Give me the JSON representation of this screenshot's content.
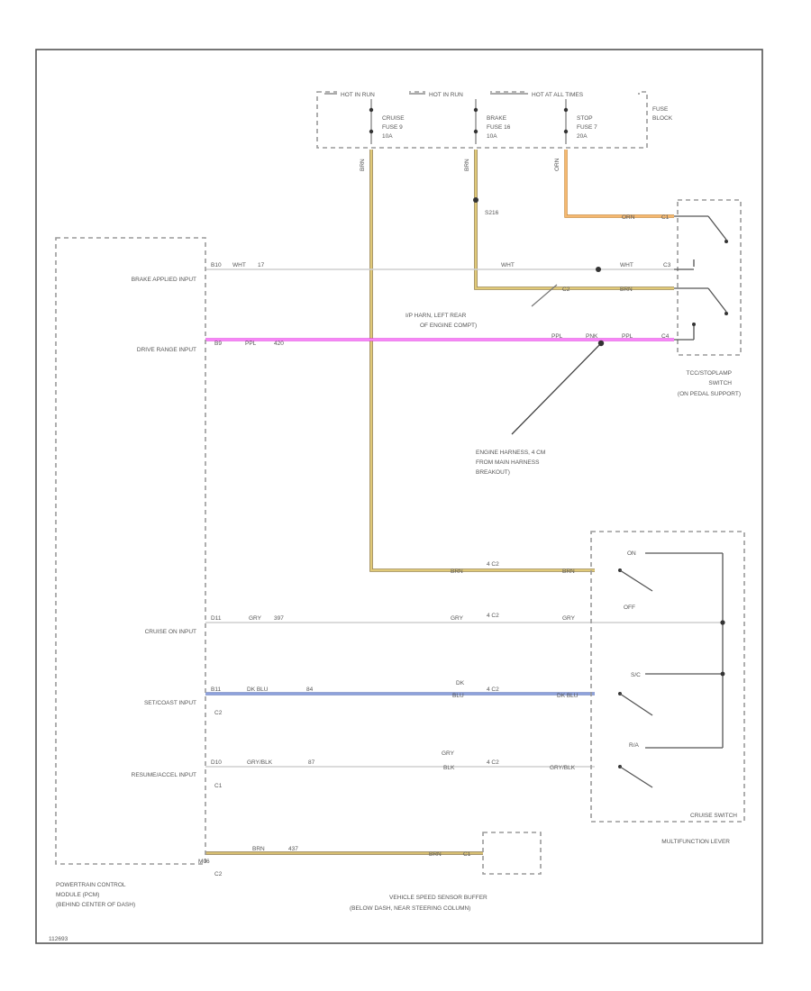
{
  "fuse_block": {
    "bus_labels": [
      "HOT IN RUN",
      "HOT IN RUN",
      "HOT AT ALL TIMES"
    ],
    "fuses": [
      {
        "line1": "CRUISE",
        "line2": "FUSE 9",
        "line3": "10A"
      },
      {
        "line1": "BRAKE",
        "line2": "FUSE 16",
        "line3": "10A"
      },
      {
        "line1": "STOP",
        "line2": "FUSE 7",
        "line3": "20A"
      }
    ],
    "label_line1": "FUSE",
    "label_line2": "BLOCK"
  },
  "splice": "S216",
  "pcm": {
    "inputs": {
      "brake_applied": "BRAKE APPLIED INPUT",
      "drive_range": "DRIVE RANGE INPUT",
      "cruise_on": "CRUISE ON INPUT",
      "set_coast": "SET/COAST INPUT",
      "resume_accel": "RESUME/ACCEL INPUT"
    },
    "pins": {
      "brake": "B10",
      "brake_color": "WHT",
      "brake_circuit": "17",
      "drive": "B9",
      "drive_color": "PPL",
      "drive_circuit": "420",
      "cruise_on": "D11",
      "cruise_on_color": "GRY",
      "cruise_on_circuit": "397",
      "set": "B11",
      "set_color": "DK BLU",
      "set_circuit": "84",
      "set_connector": "C2",
      "resume": "D10",
      "resume_color": "GRY/BLK",
      "resume_circuit": "87",
      "resume_connector": "C1",
      "vss": "M06",
      "vss_color": "BRN",
      "vss_circuit": "437",
      "vss_connector": "C2"
    },
    "label_line1": "POWERTRAIN CONTROL",
    "label_line2": "MODULE (PCM)",
    "label_line3": "(BEHIND CENTER OF DASH)"
  },
  "wires": {
    "orn": "ORN",
    "brn": "BRN",
    "wht": "WHT",
    "ppl": "PPL",
    "gry": "GRY",
    "dk_blu": "DK BLU",
    "dk": "DK",
    "blu": "BLU",
    "gry_blk": "GRY/BLK",
    "gry_top": "GRY",
    "blk": "BLK",
    "pnk": "PNK"
  },
  "connectors": {
    "c1": "C1",
    "c2": "C2",
    "c3": "C3",
    "c4": "C4",
    "cs1": "4 C2",
    "cs2": "4 C2",
    "cs3": "4 C2",
    "cs4": "4 C2",
    "vss": "C1"
  },
  "notes": {
    "ip_harness_line1": "I/P HARN, LEFT REAR",
    "ip_harness_line2": "OF ENGINE COMPT)",
    "engine_harness_line1": "ENGINE HARNESS, 4 CM",
    "engine_harness_line2": "FROM MAIN HARNESS",
    "engine_harness_line3": "BREAKOUT)"
  },
  "tcc_switch": {
    "line1": "TCC/STOPLAMP",
    "line2": "SWITCH",
    "line3": "(ON PEDAL SUPPORT)"
  },
  "cruise_switch": {
    "on": "ON",
    "off": "OFF",
    "set": "S/C",
    "resume": "R/A",
    "label": "CRUISE SWITCH",
    "lever": "MULTIFUNCTION LEVER"
  },
  "vss_buffer": {
    "line1": "VEHICLE SPEED SENSOR BUFFER",
    "line2": "(BELOW DASH, NEAR STEERING COLUMN)"
  },
  "footer_code": "112693"
}
